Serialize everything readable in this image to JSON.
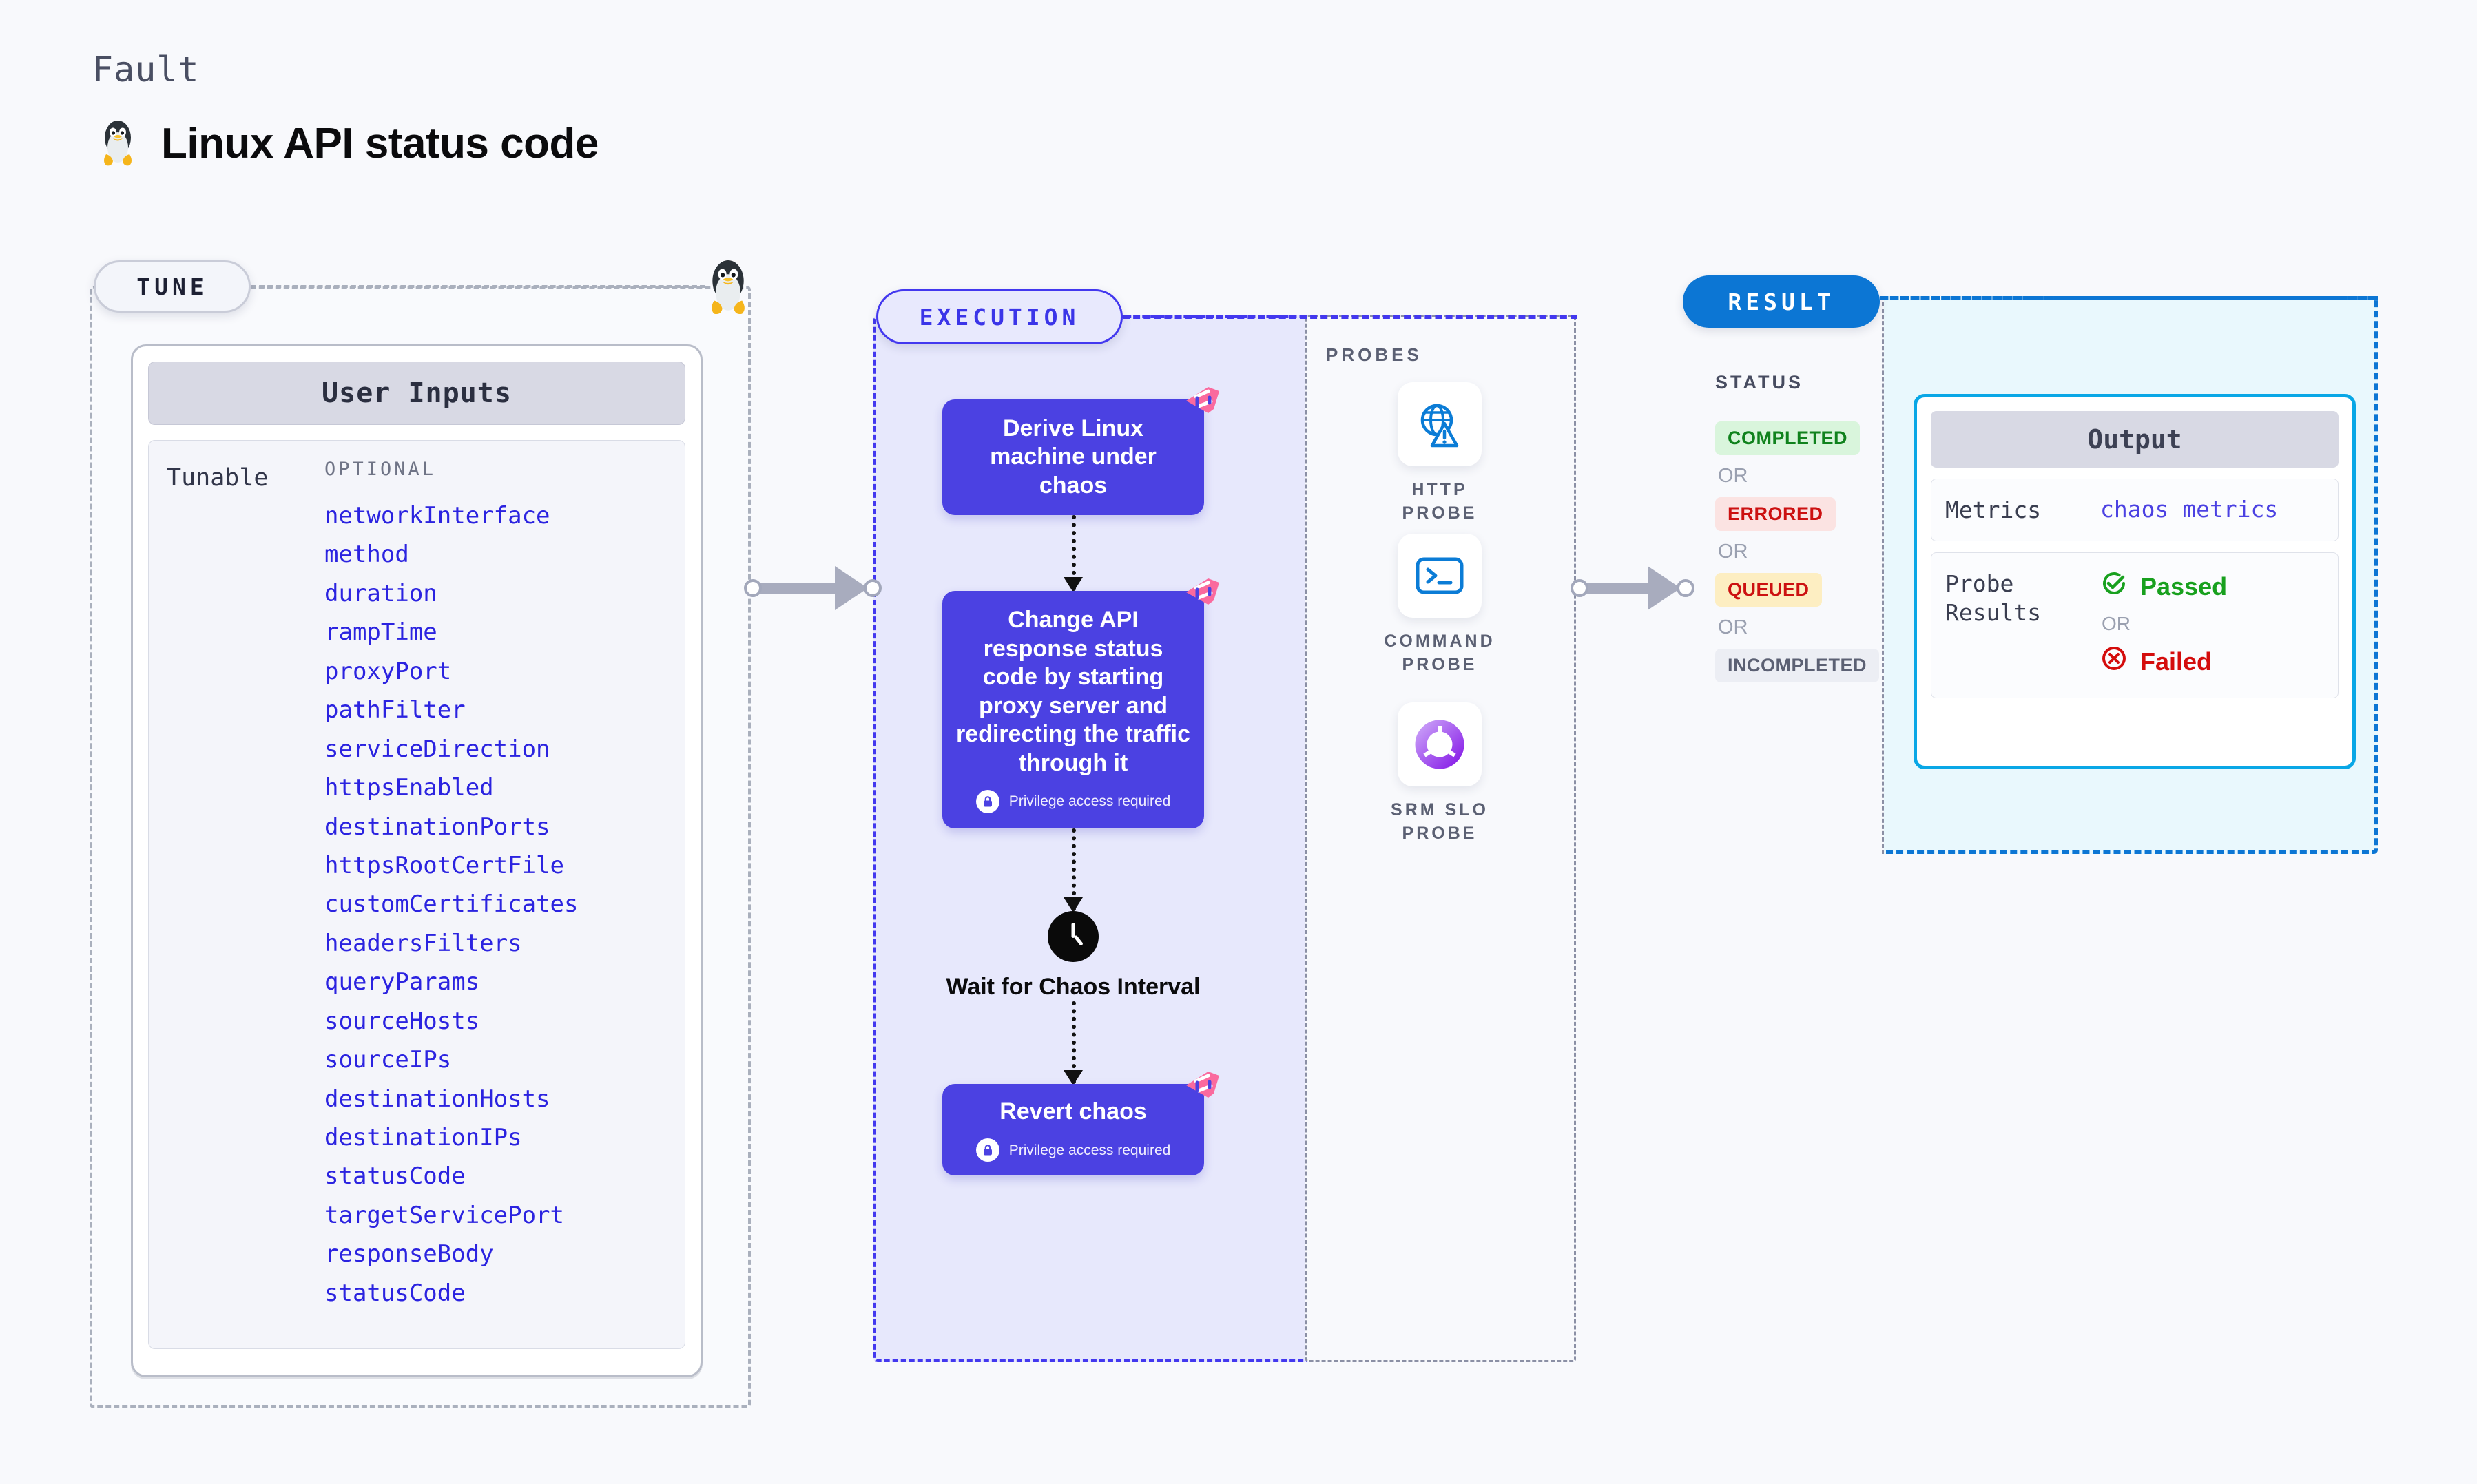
{
  "header": {
    "kicker": "Fault",
    "title": "Linux API status code",
    "icon": "linux-tux-icon"
  },
  "tune": {
    "pill_label": "TUNE",
    "inputs_header": "User Inputs",
    "tunable_label": "Tunable",
    "optional_label": "OPTIONAL",
    "params": [
      "networkInterface",
      "method",
      "duration",
      "rampTime",
      "proxyPort",
      "pathFilter",
      "serviceDirection",
      "httpsEnabled",
      "destinationPorts",
      "httpsRootCertFile",
      "customCertificates",
      "headersFilters",
      "queryParams",
      "sourceHosts",
      "sourceIPs",
      "destinationHosts",
      "destinationIPs",
      "statusCode",
      "targetServicePort",
      "responseBody",
      "statusCode"
    ]
  },
  "execution": {
    "pill_label": "EXECUTION",
    "privilege_note": "Privilege access required",
    "steps": [
      {
        "label": "Derive Linux machine under chaos",
        "privileged": false,
        "fault_badge": true
      },
      {
        "label": "Change API response status code by starting proxy server and redirecting the traffic through it",
        "privileged": true,
        "fault_badge": true
      }
    ],
    "wait_label": "Wait for Chaos Interval",
    "revert": {
      "label": "Revert chaos",
      "privileged": true,
      "fault_badge": true
    }
  },
  "probes": {
    "title": "PROBES",
    "items": [
      {
        "label": "HTTP PROBE",
        "icon": "globe-warning-icon"
      },
      {
        "label": "COMMAND PROBE",
        "icon": "terminal-icon"
      },
      {
        "label": "SRM SLO PROBE",
        "icon": "slo-donut-icon"
      }
    ]
  },
  "result": {
    "pill_label": "RESULT",
    "status_title": "STATUS",
    "or_label": "OR",
    "statuses": [
      {
        "label": "COMPLETED",
        "variant": "completed"
      },
      {
        "label": "ERRORED",
        "variant": "errored"
      },
      {
        "label": "QUEUED",
        "variant": "queued"
      },
      {
        "label": "INCOMPLETED",
        "variant": "incompleted"
      }
    ],
    "output": {
      "header": "Output",
      "metrics_key": "Metrics",
      "metrics_value": "chaos metrics",
      "probe_results_key": "Probe Results",
      "passed_label": "Passed",
      "failed_label": "Failed",
      "or_label": "OR"
    }
  },
  "colors": {
    "background": "#f8f9fc",
    "accent_purple": "#4b41e2",
    "accent_blue": "#0c76d4",
    "accent_cyan": "#09a7e6",
    "fault_pink": "#fa6a9e",
    "param_blue": "#2b23e0",
    "success_green": "#18a01e",
    "error_red": "#d40d0d"
  }
}
